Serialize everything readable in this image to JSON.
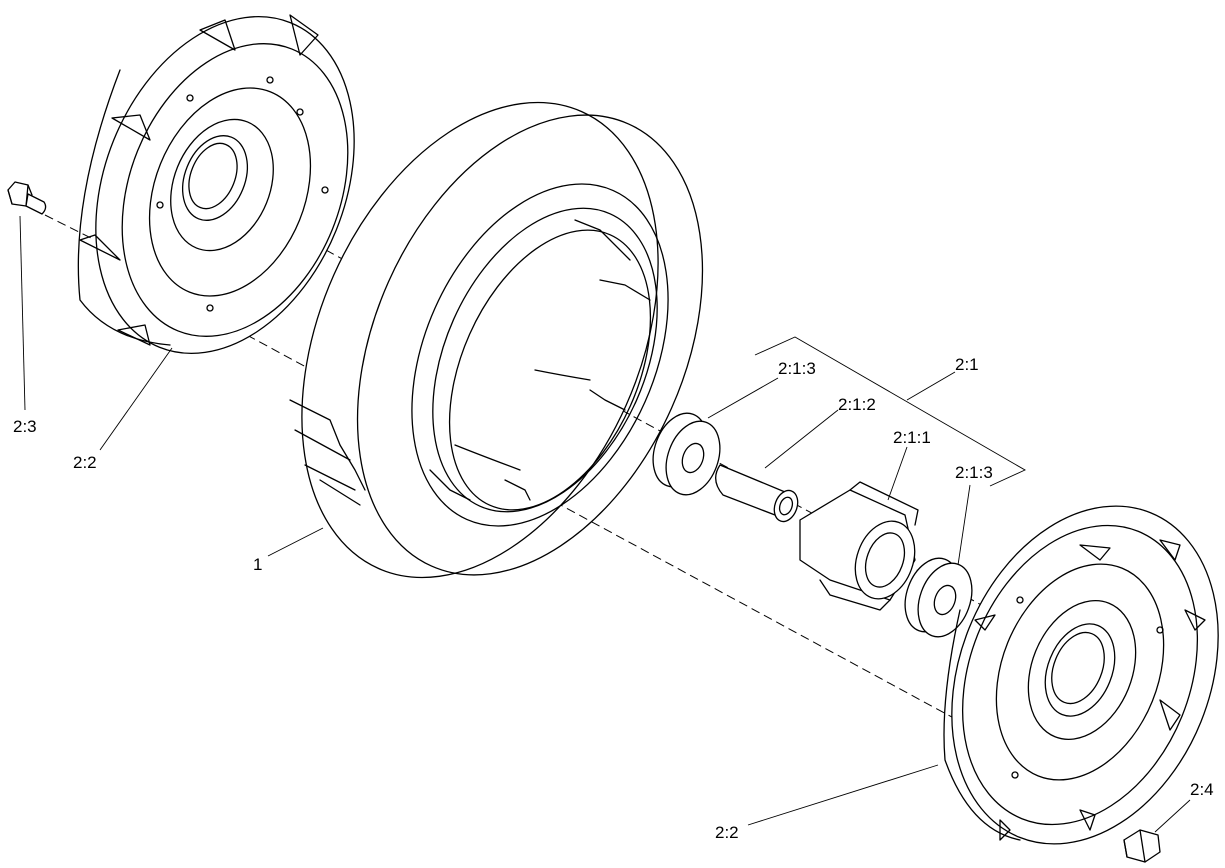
{
  "diagram": {
    "type": "exploded-parts-view",
    "callouts": {
      "tire": "1",
      "hub_bearing_assembly": "2:1",
      "bearing_left": "2:1:3",
      "spacer": "2:1:2",
      "bearing_housing": "2:1:1",
      "bearing_right": "2:1:3",
      "wheel_half_left": "2:2",
      "wheel_half_right": "2:2",
      "bolt": "2:3",
      "nut": "2:4"
    }
  }
}
